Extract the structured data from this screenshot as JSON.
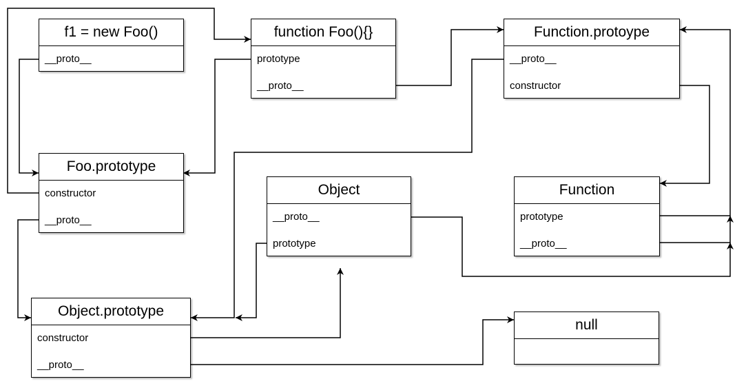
{
  "boxes": {
    "f1": {
      "title": "f1 = new Foo()",
      "fields": [
        "__proto__"
      ]
    },
    "foo_fn": {
      "title": "function Foo(){}",
      "fields": [
        "prototype",
        "__proto__"
      ]
    },
    "function_prototype": {
      "title": "Function.protoype",
      "fields": [
        "__proto__",
        "constructor"
      ]
    },
    "foo_prototype": {
      "title": "Foo.prototype",
      "fields": [
        "constructor",
        "__proto__"
      ]
    },
    "object": {
      "title": "Object",
      "fields": [
        "__proto__",
        "prototype"
      ]
    },
    "function": {
      "title": "Function",
      "fields": [
        "prototype",
        "__proto__"
      ]
    },
    "object_prototype": {
      "title": "Object.prototype",
      "fields": [
        "constructor",
        "__proto__"
      ]
    },
    "null": {
      "title": "null",
      "fields": []
    }
  },
  "colors": {
    "stroke": "#000000",
    "background": "#ffffff"
  }
}
